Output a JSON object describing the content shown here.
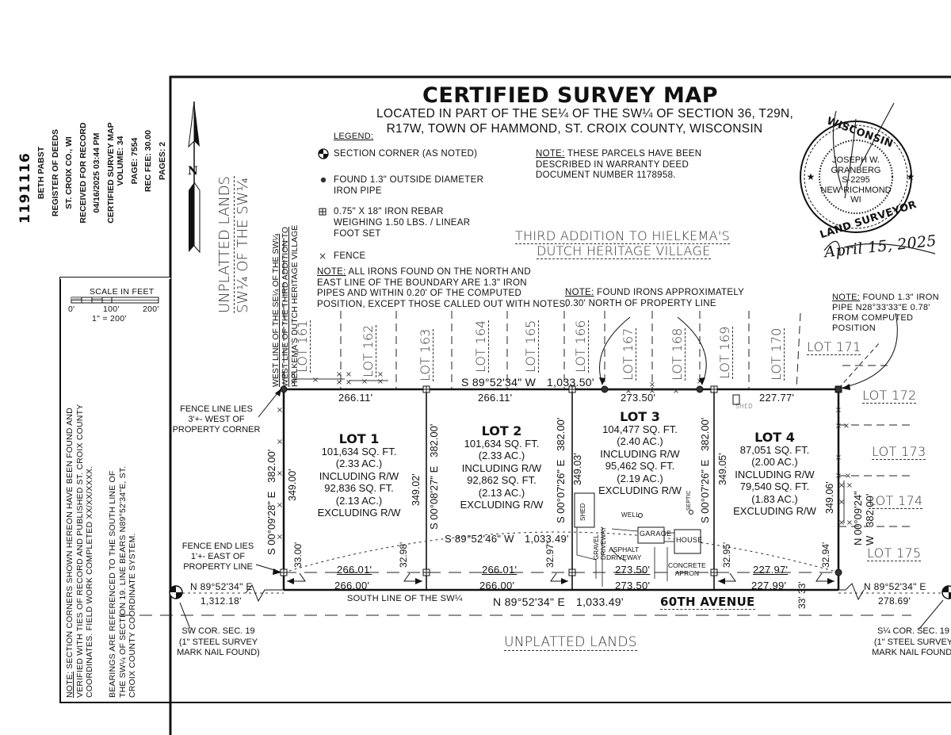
{
  "recording_stamp": {
    "document_number": "1191116",
    "lines": [
      "BETH PABST",
      "REGISTER OF DEEDS",
      "ST. CROIX CO., WI",
      "RECEIVED FOR RECORD",
      "04/16/2025 03:44 PM",
      "CERTIFIED SURVEY MAP",
      "VOLUME: 34",
      "PAGE: 7554",
      "REC FEE: 30.00",
      "PAGES: 2"
    ]
  },
  "header": {
    "title": "CERTIFIED SURVEY MAP",
    "subtitle_line1": "LOCATED IN PART OF THE SE¼ OF THE SW¼ OF SECTION 36, T29N,",
    "subtitle_line2": "R17W, TOWN OF HAMMOND, ST. CROIX COUNTY, WISCONSIN"
  },
  "legend": {
    "heading": "LEGEND:",
    "items": [
      {
        "icon": "section-corner-icon",
        "label": "SECTION CORNER (AS NOTED)"
      },
      {
        "icon": "iron-pipe-icon",
        "label_line1": "FOUND 1.3\" OUTSIDE DIAMETER",
        "label_line2": "IRON PIPE"
      },
      {
        "icon": "iron-rebar-icon",
        "label_line1": "0.75\" X 18\" IRON REBAR",
        "label_line2": "WEIGHING 1.50 LBS. / LINEAR",
        "label_line3": "FOOT SET"
      },
      {
        "icon": "fence-icon",
        "label": "FENCE"
      }
    ]
  },
  "notes": {
    "irons_label": "NOTE:",
    "irons_line1": " ALL IRONS FOUND ON THE NORTH AND",
    "irons_line2": "EAST LINE OF THE BOUNDARY ARE 1.3\" IRON",
    "irons_line3": "PIPES AND WITHIN 0.20' OF THE COMPUTED",
    "irons_line4": "POSITION, EXCEPT THOSE CALLED OUT WITH NOTES.",
    "deed_label": "NOTE:",
    "deed_line1": " THESE PARCELS HAVE BEEN",
    "deed_line2": "DESCRIBED IN WARRANTY DEED",
    "deed_line3": "DOCUMENT NUMBER 1178958.",
    "found_irons_label": "NOTE:",
    "found_irons_line1": " FOUND IRONS APPROXIMATELY",
    "found_irons_line2": "0.30' NORTH OF PROPERTY LINE",
    "found_pipe_label": "NOTE:",
    "found_pipe_line1": " FOUND 1.3\" IRON",
    "found_pipe_line2": "PIPE N28°33'33\"E 0.78'",
    "found_pipe_line3": "FROM COMPUTED POSITION",
    "section_corners_label": "NOTE:",
    "section_corners_line1": " SECTION CORNERS SHOWN HEREON HAVE BEEN FOUND AND",
    "section_corners_line2": "VERIFIED WITH TIES OF RECORD AND PUBLISHED ST. CROIX COUNTY",
    "section_corners_line3": "COORDINATES. FIELD WORK COMPLETED XX/XX/XXXX.",
    "bearings_line1": "BEARINGS ARE REFERENCED TO THE SOUTH LINE OF",
    "bearings_line2": "THE SW¼ OF SECTION 19. LINE BEARS N89°52'34\"E, ST.",
    "bearings_line3": "CROIX COUNTY COORDINATE SYSTEM.",
    "fence_line_1": "FENCE LINE LIES",
    "fence_line_2": "3'+- WEST OF",
    "fence_line_3": "PROPERTY CORNER",
    "fence_end_1": "FENCE END LIES",
    "fence_end_2": "1'+- EAST OF",
    "fence_end_3": "PROPERTY LINE"
  },
  "scale": {
    "title": "SCALE IN FEET",
    "ticks": [
      "0'",
      "100'",
      "200'"
    ],
    "ratio": "1\" = 200'"
  },
  "north_arrow": {
    "label": "N"
  },
  "adjacent": {
    "unplatted_west_1": "UNPLATTED LANDS",
    "unplatted_west_2": "SW¼ OF THE SW¼",
    "unplatted_south": "UNPLATTED LANDS",
    "plat_name_1": "THIRD ADDITION TO HIELKEMA'S",
    "plat_name_2": "DUTCH HERITAGE VILLAGE",
    "west_line_1": "WEST LINE OF THE SE¼ OF THE SW¼",
    "west_line_2": "WEST LINE OF THE THIRD ADDITION TO",
    "west_line_3": "HIELKEMA'S DUTCH HERITAGE VILLAGE",
    "north_lots": [
      "LOT 161",
      "LOT 162",
      "LOT 163",
      "LOT 164",
      "LOT 165",
      "LOT 166",
      "LOT 167",
      "LOT 168",
      "LOT 169",
      "LOT 170"
    ],
    "east_lots": [
      "LOT 171",
      "LOT 172",
      "LOT 173",
      "LOT 174",
      "LOT 175"
    ],
    "shed_label": "SHED"
  },
  "lots": [
    {
      "name": "LOT 1",
      "sqft_incl": "101,634 SQ. FT.",
      "ac_incl": "(2.33 AC.)",
      "incl": "INCLUDING R/W",
      "sqft_excl": "92,836 SQ. FT.",
      "ac_excl": "(2.13 AC.)",
      "excl": "EXCLUDING R/W"
    },
    {
      "name": "LOT 2",
      "sqft_incl": "101,634 SQ. FT.",
      "ac_incl": "(2.33 AC.)",
      "incl": "INCLUDING R/W",
      "sqft_excl": "92,862 SQ. FT.",
      "ac_excl": "(2.13 AC.)",
      "excl": "EXCLUDING R/W"
    },
    {
      "name": "LOT 3",
      "sqft_incl": "104,477 SQ. FT.",
      "ac_incl": "(2.40 AC.)",
      "incl": "INCLUDING R/W",
      "sqft_excl": "95,462 SQ. FT.",
      "ac_excl": "(2.19 AC.)",
      "excl": "EXCLUDING R/W"
    },
    {
      "name": "LOT 4",
      "sqft_incl": "87,051 SQ. FT.",
      "ac_incl": "(2.00 AC.)",
      "incl": "INCLUDING R/W",
      "sqft_excl": "79,540 SQ. FT.",
      "ac_excl": "(1.83 AC.)",
      "excl": "EXCLUDING R/W"
    }
  ],
  "dimensions": {
    "north_bearing": "S 89°52'34\" W",
    "north_total": "1,033.50'",
    "north_segments": [
      "266.11'",
      "266.11'",
      "273.50'",
      "227.77'"
    ],
    "row_bearing": "S 89°52'46\" W",
    "row_total": "1,033.49'",
    "row_segments": [
      "266.01'",
      "266.01'",
      "273.50'",
      "227.97'"
    ],
    "south_segments": [
      "266.00'",
      "266.00'",
      "273.50'",
      "227.99'"
    ],
    "south_bearing": "N 89°52'34\" E",
    "south_total": "1,033.49'",
    "west_bearing": "S 00°09'28\" E",
    "west_len": "382.00'",
    "west_inner": "349.00'",
    "line2_bearing": "S 00°08'27\" E",
    "line2_len": "382.00'",
    "line2_inner": "349.02'",
    "line3_bearing": "S 00°07'26\" E",
    "line3_len": "382.00'",
    "line3_inner": "349.03'",
    "line4_bearing": "S 00°07'26\" E",
    "line4_len": "382.00'",
    "line4_inner": "349.05'",
    "east_bearing": "N 00°09'24\" W",
    "east_len": "382.00'",
    "east_inner": "349.06'",
    "row_widths": [
      "33.00'",
      "32.98'",
      "32.97'",
      "32.95'",
      "32.94'"
    ],
    "road_half_1": "33'",
    "road_half_2": "33'",
    "west_tie_bearing": "N 89°52'34\" E",
    "west_tie_dist": "1,312.18'",
    "east_tie_bearing": "N 89°52'34\" E",
    "east_tie_dist": "278.69'"
  },
  "road": {
    "name": "60TH AVENUE",
    "south_line": "SOUTH LINE OF THE SW¼"
  },
  "improvements": {
    "shed": "SHED",
    "well": "WELL",
    "septic": "SEPTIC",
    "garage": "GARAGE",
    "house": "HOUSE",
    "gravel_1": "GRAVEL",
    "gravel_2": "DRIVEWAY",
    "asphalt_1": "ASPHALT",
    "asphalt_2": "DRIVEWAY",
    "concrete_1": "CONCRETE",
    "concrete_2": "APRON"
  },
  "corners": {
    "sw_1": "SW COR. SEC. 19",
    "sw_2": "(1\" STEEL SURVEY",
    "sw_3": "MARK NAIL FOUND)",
    "s14_1": "S¼ COR. SEC. 19",
    "s14_2": "(1\" STEEL SURVEY",
    "s14_3": "MARK NAIL FOUND)"
  },
  "seal": {
    "top": "WISCONSIN",
    "bottom": "LAND SURVEYOR",
    "name_1": "JOSEPH W.",
    "name_2": "GRANBERG",
    "license": "S-2295",
    "city": "NEW RICHMOND",
    "state": "WI",
    "signed_date": "April 15, 2025"
  }
}
